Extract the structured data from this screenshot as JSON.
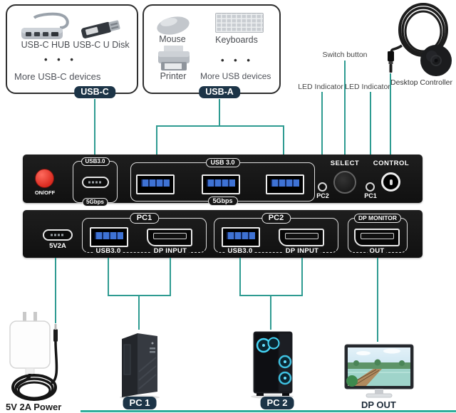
{
  "colors": {
    "connector_teal": "#2E9B91",
    "badge_navy": "#1C3447",
    "panel_black": "#161616",
    "usb_blue": "#3E72D4",
    "power_red": "#E03131"
  },
  "top_left_box": {
    "item1_label": "USB-C HUB",
    "item2_label": "USB-C U Disk",
    "dots": "• • •",
    "more_label": "More USB-C devices",
    "badge": "USB-C"
  },
  "top_mid_box": {
    "item1_label": "Mouse",
    "item2_label": "Keyboards",
    "item3_label": "Printer",
    "dots": "• • •",
    "more_label": "More USB devices",
    "badge": "USB-A"
  },
  "annotations": {
    "switch_button": "Switch button",
    "led_indicator_left": "LED Indicator",
    "led_indicator_right": "LED Indicator",
    "desktop_controller": "Desktop Controller"
  },
  "front_panel": {
    "on_off": "ON/OFF",
    "usbc_group_top": "USB3.0",
    "usbc_group_bottom": "5Gbps",
    "usb_group_top": "USB 3.0",
    "usb_group_bottom": "5Gbps",
    "pc2_led": "PC2",
    "select": "SELECT",
    "pc1_led": "PC1",
    "control": "CONTROL"
  },
  "back_panel": {
    "power_port": "5V2A",
    "pc1": {
      "title": "PC1",
      "usb_label": "USB3.0",
      "dp_label": "DP INPUT"
    },
    "pc2": {
      "title": "PC2",
      "usb_label": "USB3.0",
      "dp_label": "DP INPUT"
    },
    "monitor": {
      "title": "DP MONITOR",
      "out_label": "OUT"
    }
  },
  "bottom": {
    "power_label": "5V 2A Power",
    "pc1_badge": "PC 1",
    "pc2_badge": "PC 2",
    "monitor_label": "DP OUT"
  }
}
